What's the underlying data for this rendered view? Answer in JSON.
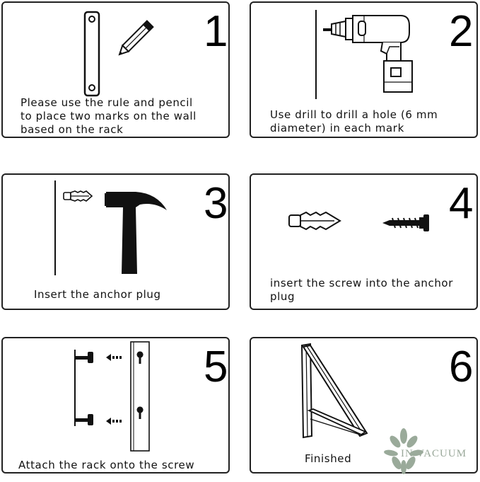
{
  "steps": [
    {
      "number": "1",
      "caption": "Please use the rule and pencil\nto place two marks on the wall\nbased on the rack"
    },
    {
      "number": "2",
      "caption": "Use drill to drill a hole (6 mm\ndiameter) in each mark"
    },
    {
      "number": "3",
      "caption": "Insert the anchor plug"
    },
    {
      "number": "4",
      "caption": "insert the screw into the anchor\nplug"
    },
    {
      "number": "5",
      "caption": "Attach the rack onto the screw"
    },
    {
      "number": "6",
      "caption": "Finished"
    }
  ],
  "watermark": "IN VACUUM"
}
